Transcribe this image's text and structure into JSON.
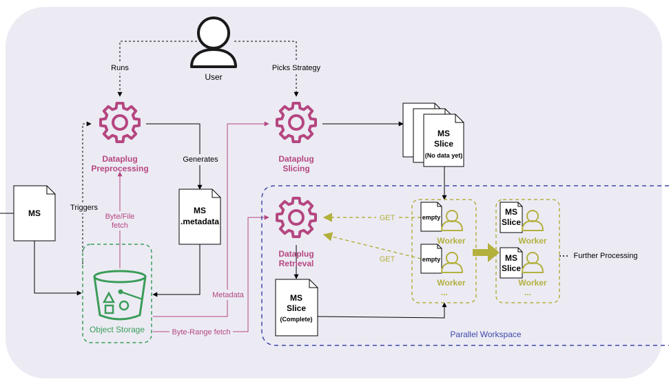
{
  "actor": {
    "label": "User"
  },
  "edges": {
    "runs": "Runs",
    "picks_strategy": "Picks Strategy",
    "generates": "Generates",
    "triggers": "Triggers",
    "byte_file_fetch": [
      "Byte/File",
      "fetch"
    ],
    "metadata": "Metadata",
    "byte_range_fetch": "Byte-Range fetch",
    "get": "GET",
    "further_processing": "Further Processing"
  },
  "components": {
    "preprocessing": [
      "Dataplug",
      "Preprocessing"
    ],
    "slicing": [
      "Dataplug",
      "Slicing"
    ],
    "retrieval": [
      "Dataplug",
      "Retrieval"
    ],
    "object_storage": "Object Storage"
  },
  "documents": {
    "ms": "MS",
    "ms_metadata": [
      "MS",
      ".metadata"
    ],
    "ms_slice_nodata": [
      "MS",
      "Slice",
      "(No data yet)"
    ],
    "ms_slice_complete": [
      "MS",
      "Slice",
      "(Complete)"
    ],
    "empty": "empty",
    "ms_slice_small": [
      "MS",
      "Slice"
    ]
  },
  "workers": {
    "label": "Worker",
    "more": "..."
  },
  "regions": {
    "parallel_workspace": "Parallel Workspace"
  },
  "colors": {
    "background_panel": "#ecebf4",
    "gear": "#b5467f",
    "storage": "#3a9c58",
    "worker": "#b3b03e",
    "workspace_border": "#3f47a8"
  }
}
